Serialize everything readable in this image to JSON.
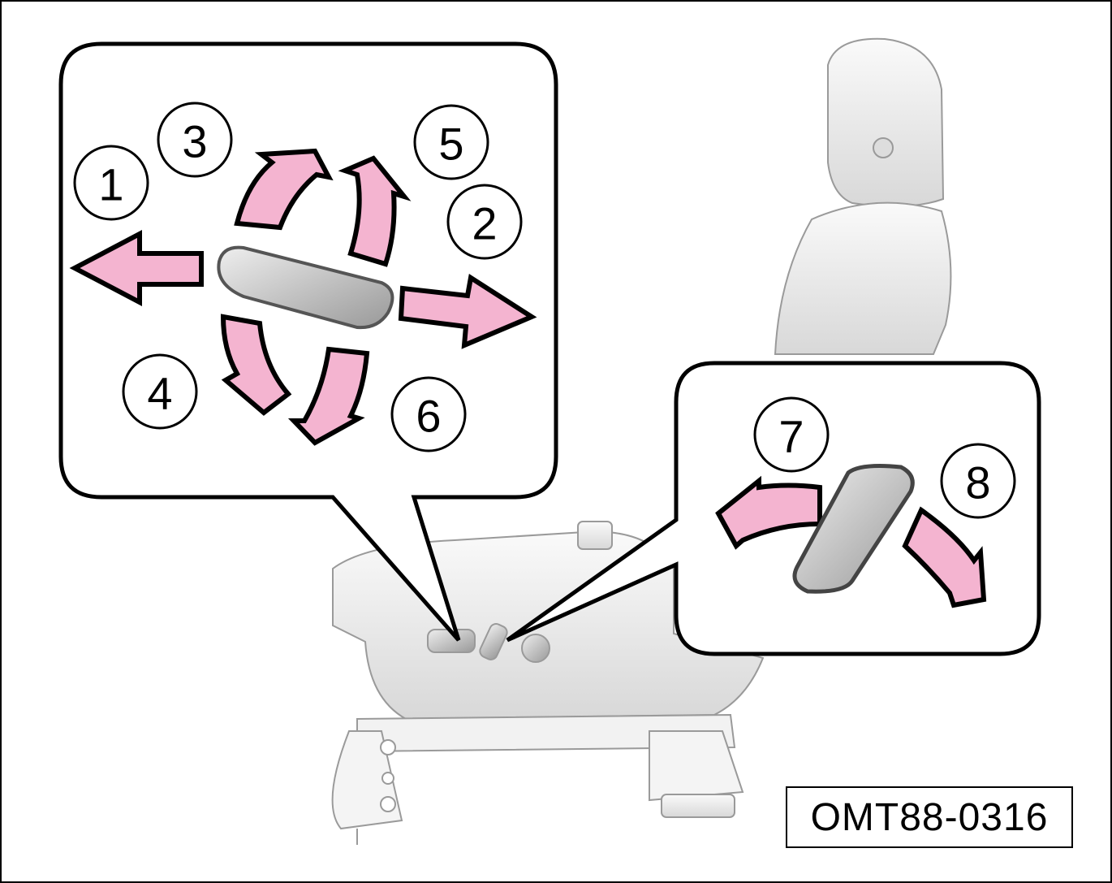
{
  "figure_code": "OMT88-0316",
  "labels": [
    "1",
    "2",
    "3",
    "4",
    "5",
    "6",
    "7",
    "8"
  ],
  "colors": {
    "arrow": "#f4b4d0",
    "outline": "#000000",
    "seat": "#ececec"
  }
}
